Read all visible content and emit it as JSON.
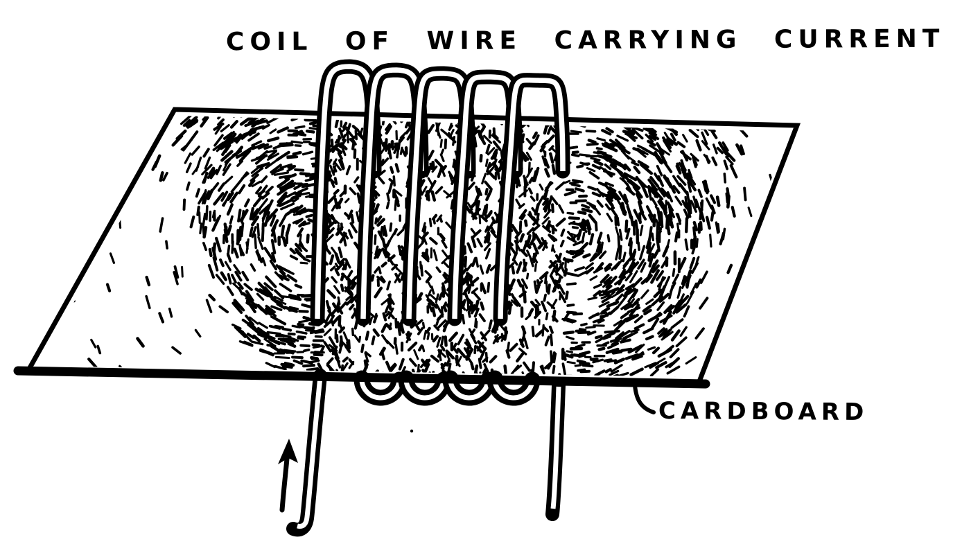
{
  "figure": {
    "title": "COIL OF WIRE CARRYING CURRENT",
    "cardboard_label": "CARDBOARD",
    "ink_color": "#000000",
    "paper_color": "#ffffff",
    "coil": {
      "turns_above_cardboard": 5,
      "loop_bottoms_below_cardboard": 4,
      "lead_wires": 2
    },
    "arrow_icon": "up-arrow (current direction on left lead wire)",
    "texture": "iron filings scattered on cardboard showing magnetic field"
  }
}
